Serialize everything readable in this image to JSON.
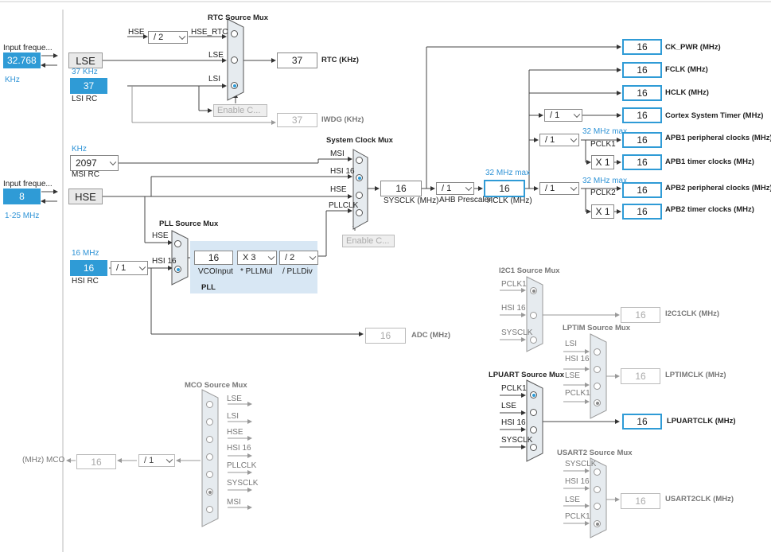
{
  "lse": {
    "input_label": "Input freque...",
    "value": "32.768",
    "unit": "KHz",
    "name": "LSE"
  },
  "lsi": {
    "freq_note": "37 KHz",
    "value": "37",
    "name": "LSI RC"
  },
  "rtc": {
    "title": "RTC Source Mux",
    "div": "/ 2",
    "inputs": [
      "HSE",
      "HSE_RTC",
      "LSE",
      "LSI"
    ],
    "value": "37",
    "label": "RTC (KHz)",
    "enable_btn": "Enable C...",
    "iwdg_value": "37",
    "iwdg_label": "IWDG (KHz)"
  },
  "msi": {
    "unit": "KHz",
    "value": "2097",
    "name": "MSI RC"
  },
  "hse": {
    "input_label": "Input freque...",
    "value": "8",
    "range": "1-25 MHz",
    "name": "HSE"
  },
  "hsi": {
    "freq_note": "16 MHz",
    "value": "16",
    "name": "HSI RC",
    "div": "/ 1"
  },
  "pll_mux": {
    "title": "PLL Source Mux",
    "inputs": [
      "HSE",
      "HSI 16"
    ]
  },
  "pll": {
    "vco_value": "16",
    "vco_label": "VCOInput",
    "mul": "X 3",
    "mul_label": "* PLLMul",
    "div": "/ 2",
    "div_label": "/ PLLDiv",
    "name": "PLL"
  },
  "sysclk_mux": {
    "title": "System Clock Mux",
    "inputs": [
      "MSI",
      "HSI 16",
      "HSE",
      "PLLCLK"
    ],
    "enable_btn": "Enable C..."
  },
  "sysclk": {
    "value": "16",
    "label": "SYSCLK (MHz)"
  },
  "ahb": {
    "div": "/ 1",
    "label": "AHB Prescaler"
  },
  "hclk": {
    "value": "16",
    "label": "HCLK (MHz)",
    "max": "32 MHz max"
  },
  "adc": {
    "value": "16",
    "label": "ADC (MHz)"
  },
  "outputs": {
    "ck_pwr": {
      "value": "16",
      "label": "CK_PWR (MHz)"
    },
    "fclk": {
      "value": "16",
      "label": "FCLK (MHz)"
    },
    "hclk_out": {
      "value": "16",
      "label": "HCLK (MHz)"
    },
    "systimer": {
      "div": "/ 1",
      "value": "16",
      "label": "Cortex System Timer (MHz)"
    },
    "apb1": {
      "max": "32 MHz max",
      "div": "/ 1",
      "pclk": "PCLK1",
      "value": "16",
      "label": "APB1 peripheral clocks (MHz)",
      "mul": "X 1",
      "timer_value": "16",
      "timer_label": "APB1 timer clocks (MHz)"
    },
    "apb2": {
      "max": "32 MHz max",
      "div": "/ 1",
      "pclk": "PCLK2",
      "value": "16",
      "label": "APB2 peripheral clocks (MHz)",
      "mul": "X 1",
      "timer_value": "16",
      "timer_label": "APB2 timer clocks (MHz)"
    }
  },
  "i2c1": {
    "title": "I2C1 Source Mux",
    "inputs": [
      "PCLK1",
      "HSI 16",
      "SYSCLK"
    ],
    "value": "16",
    "label": "I2C1CLK (MHz)"
  },
  "lptim": {
    "title": "LPTIM Source Mux",
    "inputs": [
      "LSI",
      "HSI 16",
      "LSE",
      "PCLK1"
    ],
    "value": "16",
    "label": "LPTIMCLK (MHz)"
  },
  "lpuart": {
    "title": "LPUART Source Mux",
    "inputs": [
      "PCLK1",
      "LSE",
      "HSI 16",
      "SYSCLK"
    ],
    "value": "16",
    "label": "LPUARTCLK (MHz)"
  },
  "usart2": {
    "title": "USART2 Source Mux",
    "inputs": [
      "SYSCLK",
      "HSI 16",
      "LSE",
      "PCLK1"
    ],
    "value": "16",
    "label": "USART2CLK (MHz)"
  },
  "mco": {
    "title": "MCO Source Mux",
    "inputs": [
      "LSE",
      "LSI",
      "HSE",
      "HSI 16",
      "PLLCLK",
      "SYSCLK",
      "MSI"
    ],
    "div": "/ 1",
    "value": "16",
    "label": "(MHz) MCO"
  },
  "colors": {
    "accent": "#2f9bd6",
    "line": "#555555",
    "dim": "#aaaaaa",
    "pll_bg": "#d8e7f4"
  }
}
